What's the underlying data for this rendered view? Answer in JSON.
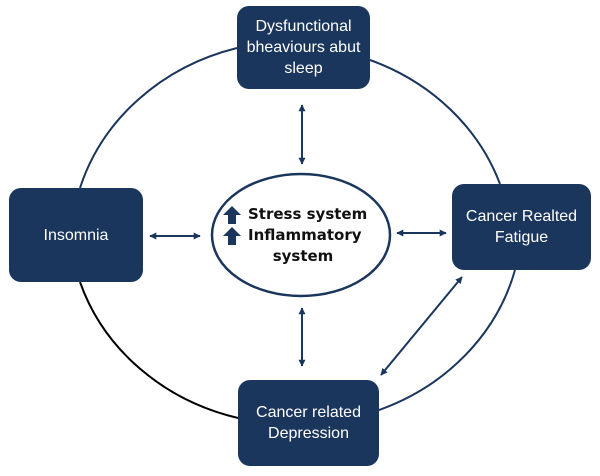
{
  "nodes": {
    "top": "Dysfunctional bheaviours abut sleep",
    "left": "Insomnia",
    "right": "Cancer Realted Fatigue",
    "bottom": "Cancer related Depression"
  },
  "center": {
    "line1": "Stress system",
    "line2": "Inflammatory",
    "line3": "system"
  },
  "colors": {
    "node_fill": "#1b365d",
    "node_text": "#ffffff",
    "connector": "#1b365d",
    "circle": "#1b365d",
    "circle_bottom_left": "#000000"
  },
  "icons": [
    "up-arrow-icon"
  ]
}
